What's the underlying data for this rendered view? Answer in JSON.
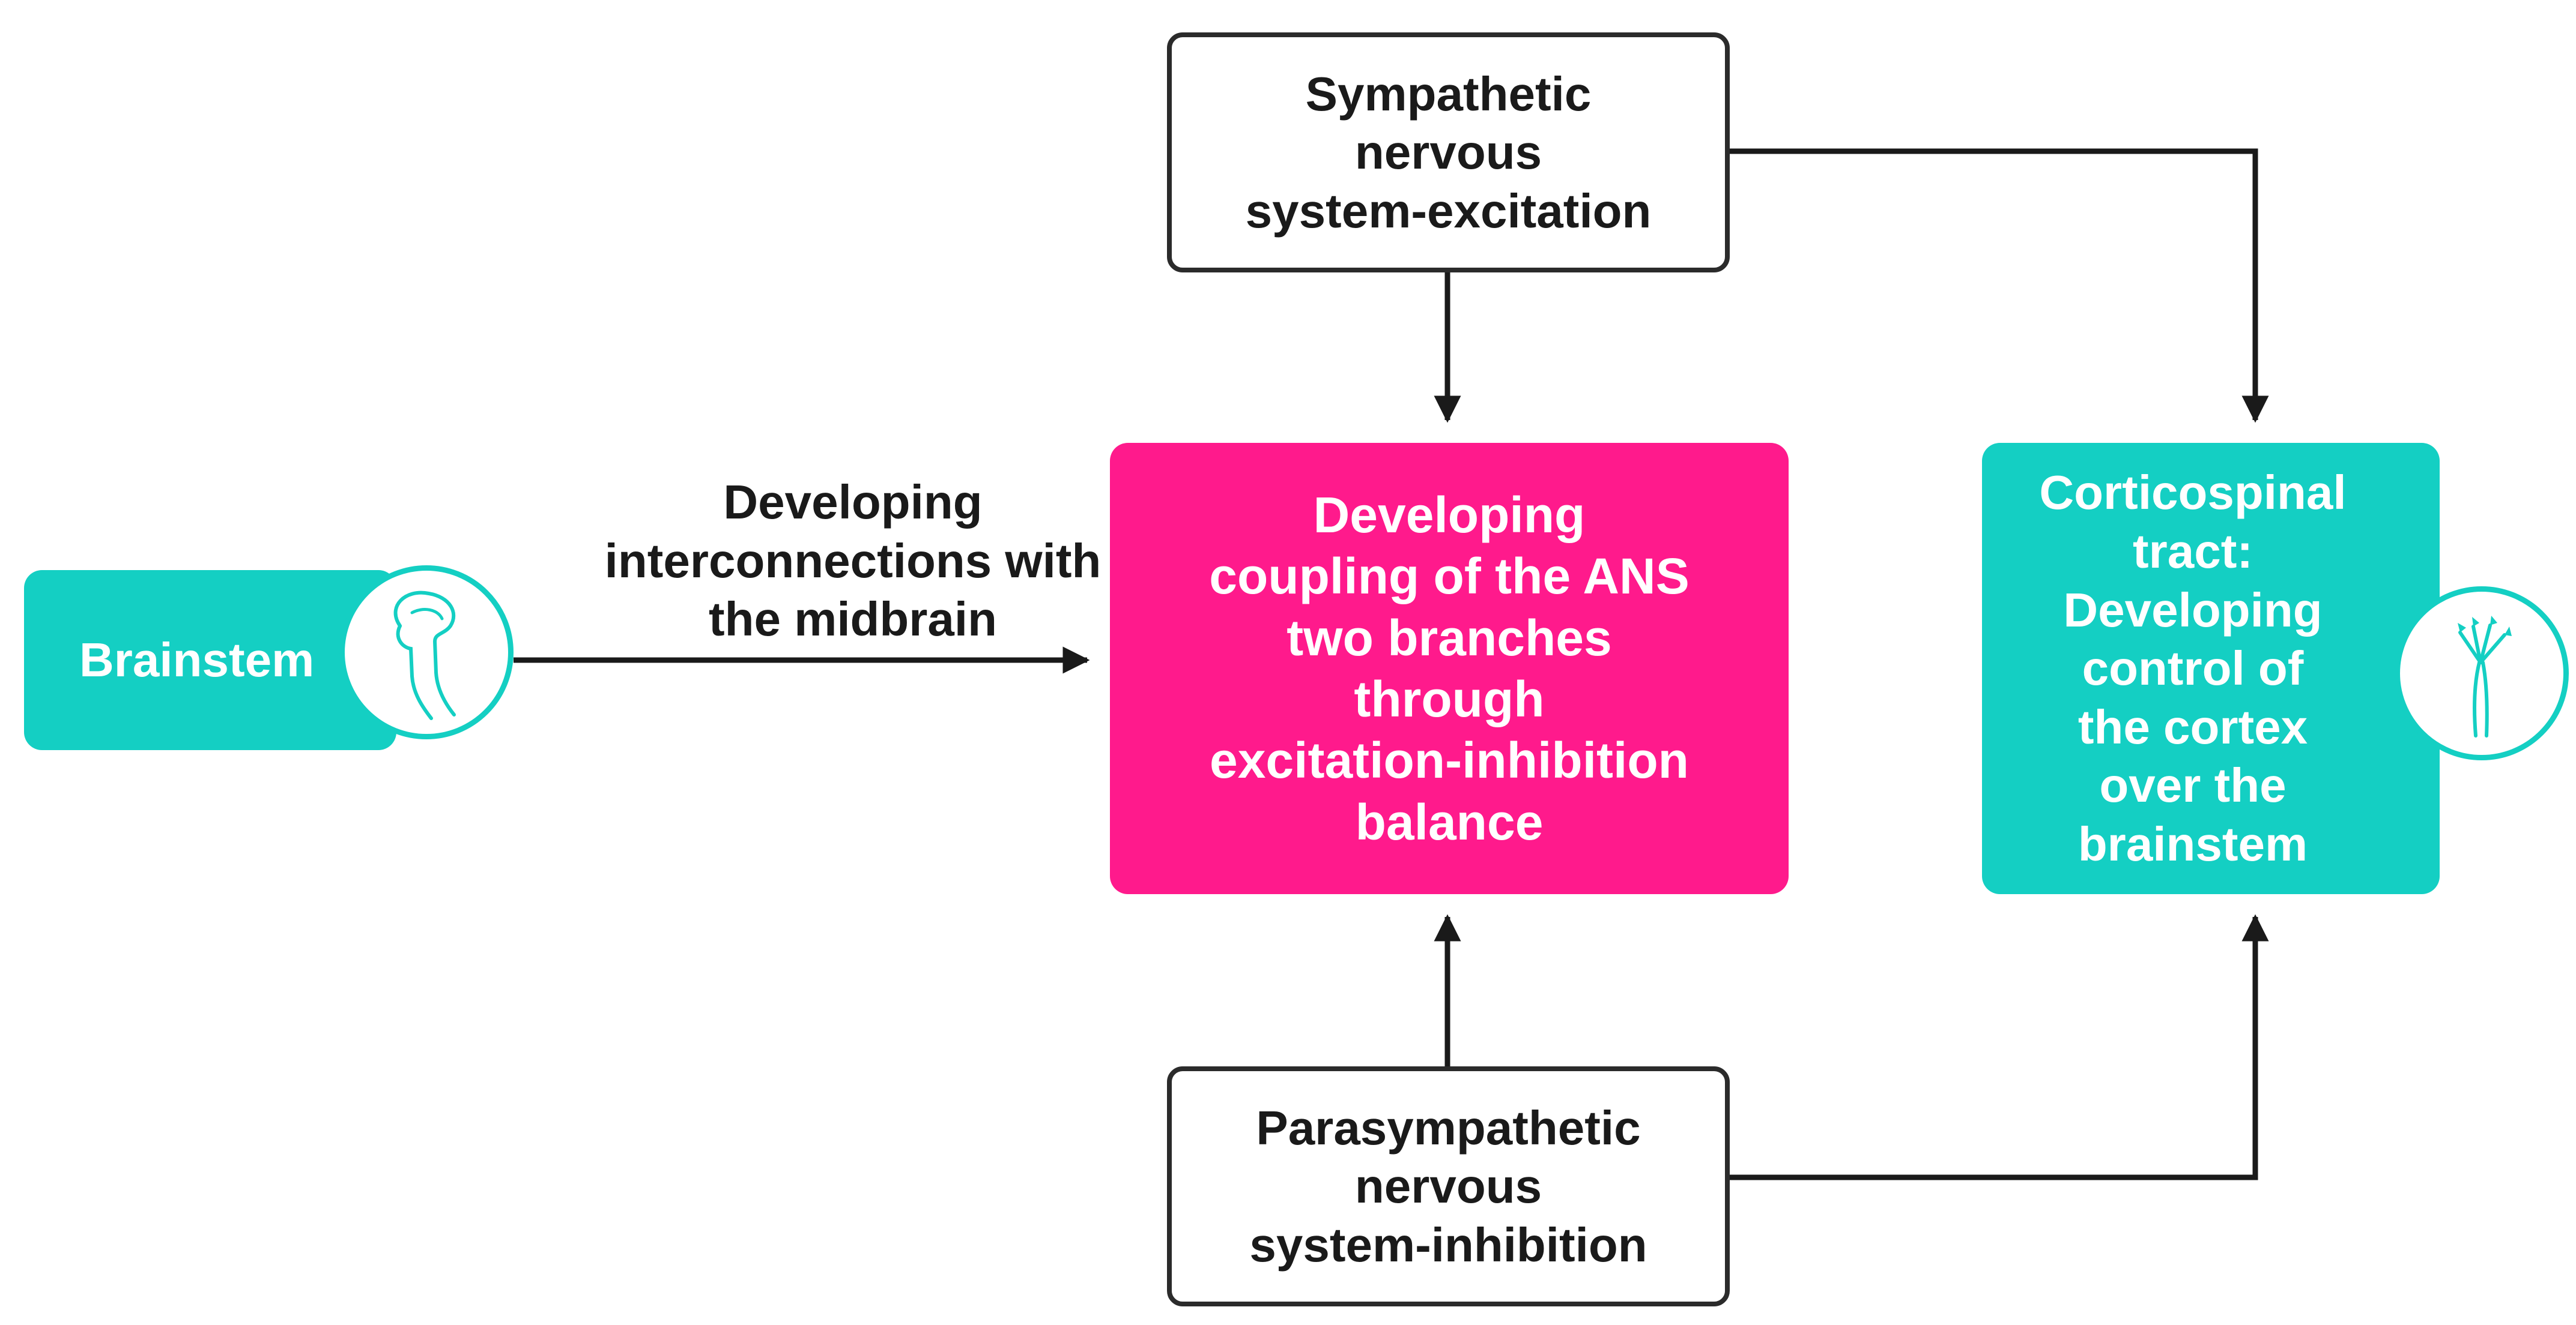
{
  "nodes": {
    "sympathetic": "Sympathetic\nnervous\nsystem-excitation",
    "parasympathetic": "Parasympathetic\nnervous\nsystem-inhibition",
    "coupling": "Developing\ncoupling of the ANS\ntwo branches\nthrough\nexcitation-inhibition\nbalance",
    "corticospinal": "Corticospinal\ntract:\nDeveloping\ncontrol of\nthe cortex\nover the\nbrainstem",
    "brainstem": "Brainstem"
  },
  "edge_label": "Developing\ninterconnections with\nthe midbrain",
  "icons": {
    "brainstem": "brainstem-icon",
    "cortex": "neuron-tract-icon"
  },
  "colors": {
    "pink": "#ff1a8c",
    "teal": "#14cfc3",
    "line": "#2b2b2b"
  }
}
